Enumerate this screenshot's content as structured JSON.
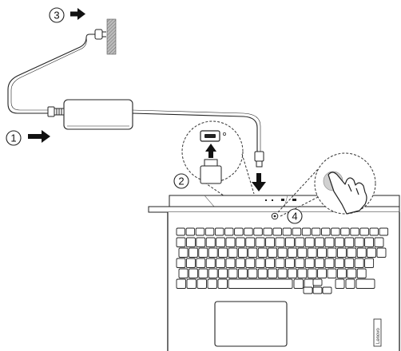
{
  "steps": [
    {
      "number": "1"
    },
    {
      "number": "2"
    },
    {
      "number": "3"
    },
    {
      "number": "4"
    }
  ],
  "laptop": {
    "brand": "Lenovo"
  },
  "colors": {
    "line": "#222222",
    "fill": "#ffffff",
    "finger": "#d0d0d0",
    "wall": "#9a9a9a"
  }
}
